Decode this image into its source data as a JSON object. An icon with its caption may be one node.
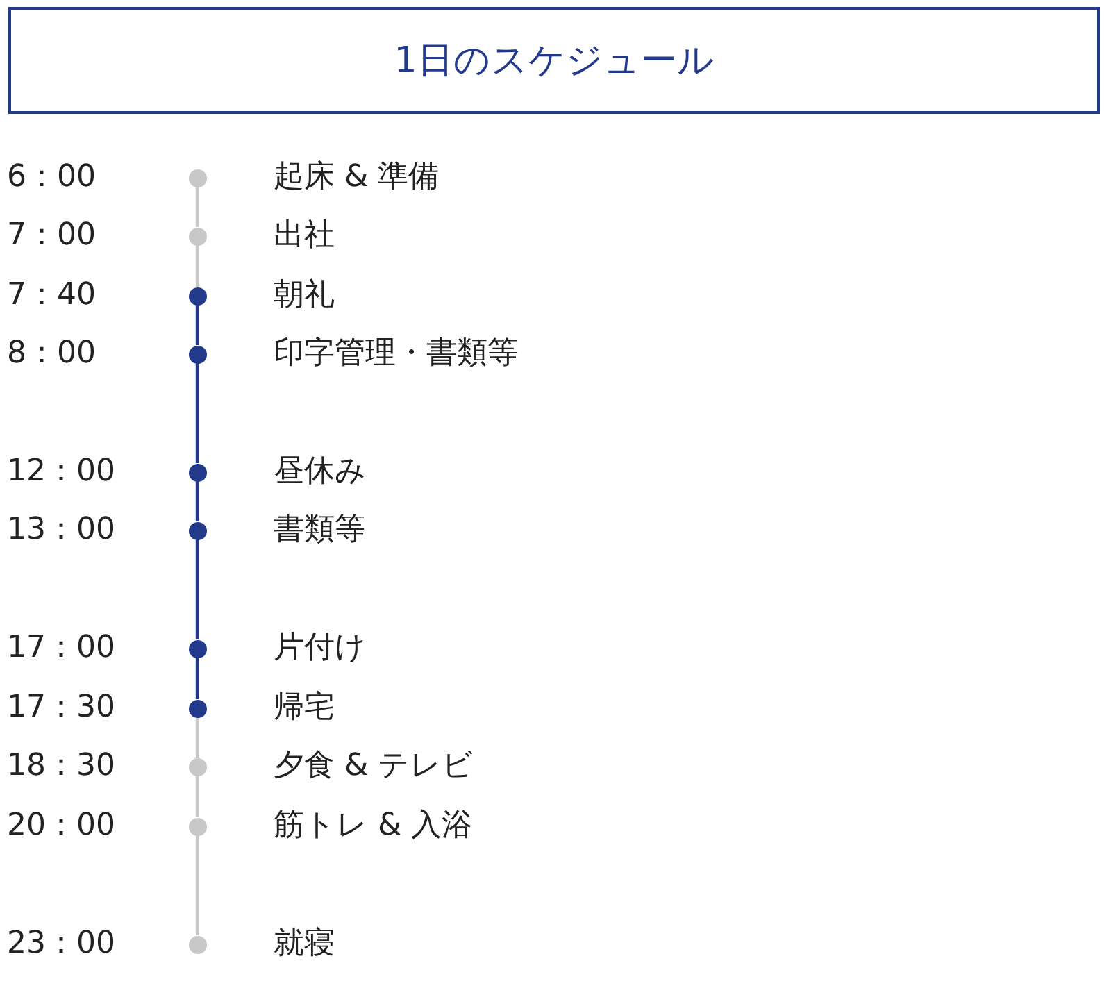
{
  "diagram": {
    "title": "1日のスケジュール",
    "nodes": [
      {
        "text": [],
        "shape": "circle",
        "beside": [
          "6：00",
          "起床 & 準備"
        ]
      },
      {
        "text": [],
        "shape": "circle",
        "beside": [
          "7：00",
          "出社"
        ]
      },
      {
        "text": [],
        "shape": "circle",
        "beside": [
          "7：40",
          "朝礼"
        ]
      },
      {
        "text": [],
        "shape": "circle",
        "beside": [
          "8：00",
          "印字管理・書類等"
        ]
      },
      {
        "text": [],
        "shape": "circle",
        "beside": [
          "12：00",
          "昼休み"
        ]
      },
      {
        "text": [],
        "shape": "circle",
        "beside": [
          "13：00",
          "書類等"
        ]
      },
      {
        "text": [],
        "shape": "circle",
        "beside": [
          "17：00",
          "片付け"
        ]
      },
      {
        "text": [],
        "shape": "circle",
        "beside": [
          "17：30",
          "帰宅"
        ]
      },
      {
        "text": [],
        "shape": "circle",
        "beside": [
          "18：30",
          "夕食 & テレビ"
        ]
      },
      {
        "text": [],
        "shape": "circle",
        "beside": [
          "20：00",
          "筋トレ & 入浴"
        ]
      },
      {
        "text": [],
        "shape": "circle",
        "beside": [
          "23：00",
          "就寝"
        ]
      }
    ],
    "edges": [
      {
        "from": 0,
        "to": 1,
        "arrow": "none",
        "color": "#c8c8c8"
      },
      {
        "from": 1,
        "to": 2,
        "arrow": "none",
        "color": "#c8c8c8"
      },
      {
        "from": 2,
        "to": 3,
        "arrow": "none",
        "color": "#233a8c"
      },
      {
        "from": 3,
        "to": 4,
        "arrow": "none",
        "color": "#233a8c"
      },
      {
        "from": 4,
        "to": 5,
        "arrow": "none",
        "color": "#233a8c"
      },
      {
        "from": 5,
        "to": 6,
        "arrow": "none",
        "color": "#233a8c"
      },
      {
        "from": 6,
        "to": 7,
        "arrow": "none",
        "color": "#233a8c"
      },
      {
        "from": 7,
        "to": 8,
        "arrow": "none",
        "color": "#c8c8c8"
      },
      {
        "from": 8,
        "to": 9,
        "arrow": "none",
        "color": "#c8c8c8"
      },
      {
        "from": 9,
        "to": 10,
        "arrow": "none",
        "color": "#c8c8c8"
      }
    ]
  }
}
